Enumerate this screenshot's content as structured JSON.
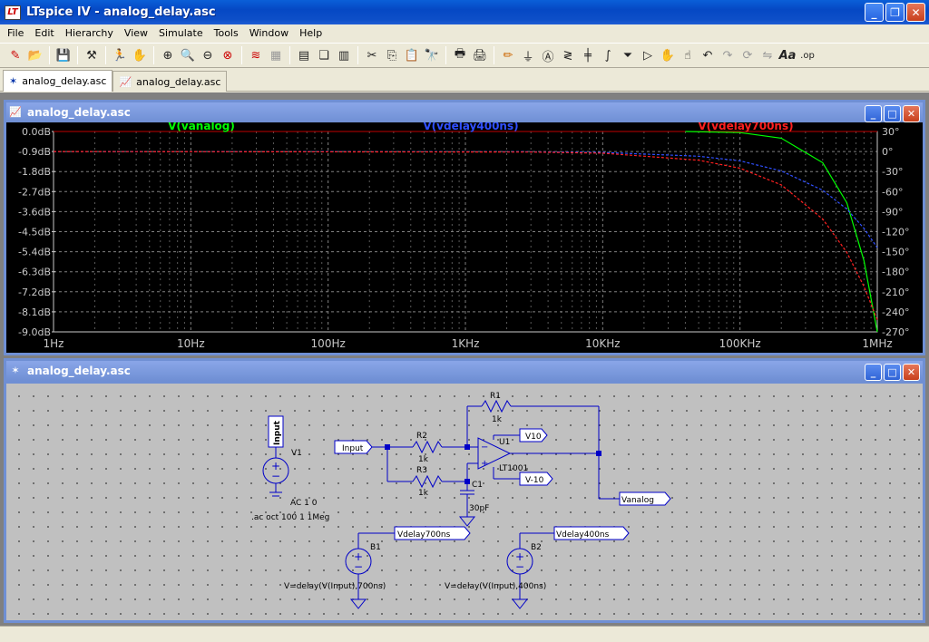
{
  "window": {
    "title": "LTspice IV - analog_delay.asc",
    "app_icon": "LT"
  },
  "menu": [
    "File",
    "Edit",
    "Hierarchy",
    "View",
    "Simulate",
    "Tools",
    "Window",
    "Help"
  ],
  "tabs": [
    {
      "label": "analog_delay.asc",
      "icon": "schematic-icon"
    },
    {
      "label": "analog_delay.asc",
      "icon": "waveform-icon"
    }
  ],
  "plot_window": {
    "title": "analog_delay.asc"
  },
  "schematic_window": {
    "title": "analog_delay.asc"
  },
  "chart_data": {
    "type": "line",
    "x_scale": "log",
    "x_ticks": [
      "1Hz",
      "10Hz",
      "100Hz",
      "1KHz",
      "10KHz",
      "100KHz",
      "1MHz"
    ],
    "y_ticks": [
      "0.0dB",
      "-0.9dB",
      "-1.8dB",
      "-2.7dB",
      "-3.6dB",
      "-4.5dB",
      "-5.4dB",
      "-6.3dB",
      "-7.2dB",
      "-8.1dB",
      "-9.0dB"
    ],
    "y2_ticks": [
      "30°",
      "0°",
      "-30°",
      "-60°",
      "-90°",
      "-120°",
      "-150°",
      "-180°",
      "-210°",
      "-240°",
      "-270°"
    ],
    "ylim": [
      -9.0,
      0.0
    ],
    "y2lim": [
      -270,
      30
    ],
    "series": [
      {
        "name": "V(vanalog)",
        "color": "#00ff00",
        "axis": "magnitude",
        "x": [
          40000,
          100000,
          200000,
          400000,
          600000,
          800000,
          1000000
        ],
        "y": [
          0.0,
          -0.05,
          -0.3,
          -1.4,
          -3.2,
          -5.8,
          -9.0
        ]
      },
      {
        "name": "V(vdelay400ns)",
        "color": "#3050ff",
        "axis": "phase",
        "x": [
          1,
          3000,
          10000,
          50000,
          100000,
          200000,
          400000,
          600000,
          800000,
          1000000
        ],
        "y": [
          0,
          -0.4,
          -1.4,
          -7,
          -14,
          -29,
          -58,
          -86,
          -115,
          -144
        ]
      },
      {
        "name": "V(vdelay700ns)",
        "color": "#ff2020",
        "axis": "phase",
        "x": [
          1,
          3000,
          10000,
          50000,
          100000,
          200000,
          400000,
          600000,
          800000,
          1000000
        ],
        "y": [
          0,
          -0.8,
          -2.5,
          -13,
          -25,
          -50,
          -101,
          -151,
          -202,
          -252
        ]
      }
    ]
  },
  "schematic": {
    "labels": {
      "input_flag": "Input",
      "input_port": "Input",
      "v1": "V1",
      "v1_value": "AC 1 0",
      "directive": ".ac oct 100 1 1Meg",
      "r1": "R1",
      "r1_value": "1k",
      "r2": "R2",
      "r2_value": "1k",
      "r3": "R3",
      "r3_value": "1k",
      "u1": "U1",
      "u1_value": "LT1001",
      "c1": "C1",
      "c1_value": "30pF",
      "v10": "V10",
      "vneg10": "V-10",
      "vanalog": "Vanalog",
      "vdelay700": "Vdelay700ns",
      "vdelay400": "Vdelay400ns",
      "b1": "B1",
      "b1_value": "V=delay(V(Input),700ns)",
      "b2": "B2",
      "b2_value": "V=delay(V(Input),400ns)"
    }
  }
}
